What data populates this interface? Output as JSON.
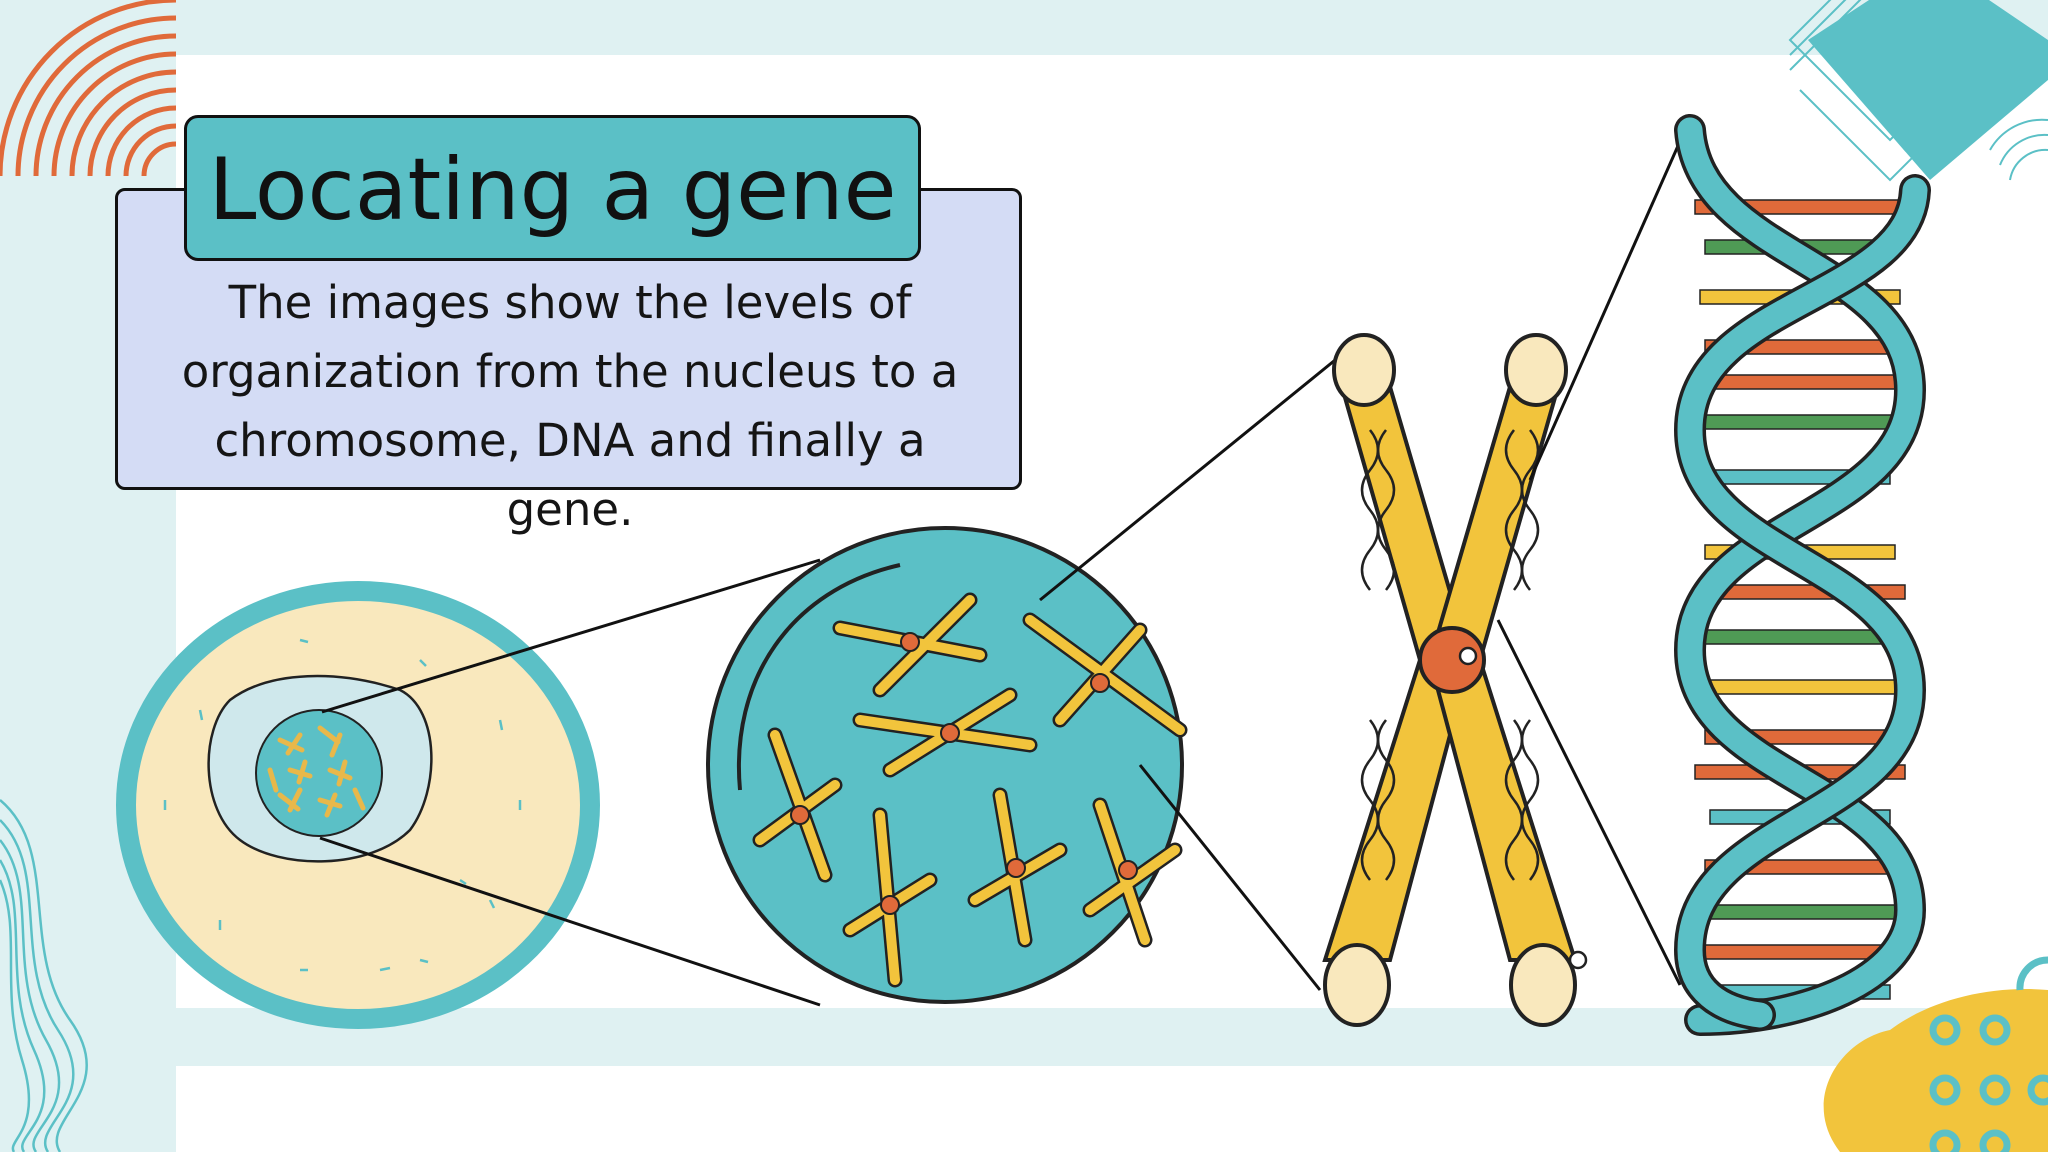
{
  "slide": {
    "title": "Locating a gene",
    "body": "The images show the levels of organization from the nucleus to a chromosome, DNA and finally a gene."
  },
  "colors": {
    "teal": "#5bc0c6",
    "pale_teal": "#dff1f2",
    "lavender": "#d4dcf5",
    "yellow": "#f2c43c",
    "cream": "#f9e8bd",
    "orange": "#e06a3a",
    "green": "#4f9a55",
    "outline": "#111111"
  },
  "icons": [
    "cell-illustration",
    "nucleus-magnified-illustration",
    "chromosome-illustration",
    "dna-helix-illustration"
  ]
}
